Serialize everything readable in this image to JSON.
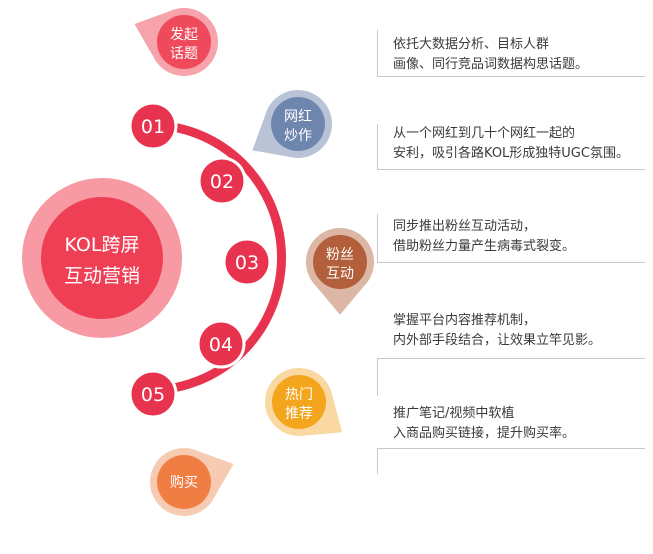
{
  "center": {
    "line1": "KOL跨屏",
    "line2": "互动营销"
  },
  "steps": [
    {
      "number": "01",
      "bubble_line1": "发起",
      "bubble_line2": "话题",
      "desc_line1": "依托大数据分析、目标人群",
      "desc_line2": "画像、同行竞品词数据构思话题。"
    },
    {
      "number": "02",
      "bubble_line1": "网红",
      "bubble_line2": "炒作",
      "desc_line1": "从一个网红到几十个网红一起的",
      "desc_line2": "安利，吸引各路KOL形成独特UGC氛围。"
    },
    {
      "number": "03",
      "bubble_line1": "粉丝",
      "bubble_line2": "互动",
      "desc_line1": "同步推出粉丝互动活动，",
      "desc_line2": "借助粉丝力量产生病毒式裂变。"
    },
    {
      "number": "04",
      "bubble_line1": "热门",
      "bubble_line2": "推荐",
      "desc_line1": "掌握平台内容推荐机制，",
      "desc_line2": "内外部手段结合，让效果立竿见影。"
    },
    {
      "number": "05",
      "bubble_line1": "购买",
      "bubble_line2": "",
      "desc_line1": "推广笔记/视频中软植",
      "desc_line2": "入商品购买链接，提升购买率。"
    }
  ],
  "colors": {
    "arc": "#e8334f",
    "number_circle": "#e8334f",
    "center_outer": "#f79aa4",
    "center_inner": "#ef3f55",
    "bubbles": [
      {
        "outer": "#f6a3ab",
        "inner": "#ee4a5b"
      },
      {
        "outer": "#b9c3d6",
        "inner": "#6e86ad"
      },
      {
        "outer": "#dcb7a6",
        "inner": "#b35f3b"
      },
      {
        "outer": "#f9d8a2",
        "inner": "#f3a51d"
      },
      {
        "outer": "#f7cbb2",
        "inner": "#f07e43"
      }
    ]
  }
}
